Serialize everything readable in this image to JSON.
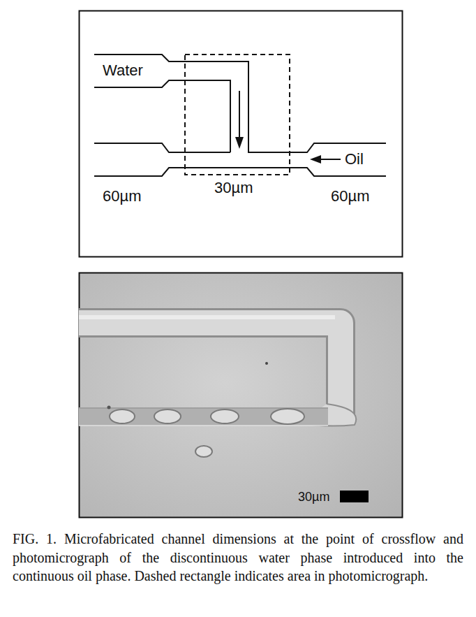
{
  "diagram": {
    "caption": "FIG. 1. Microfabricated channel dimensions at the point of crossflow and photomicrograph of the discontinuous water phase introduced into the continuous oil phase. Dashed rectangle indicates area in photomicrograph.",
    "labels": [
      "Water",
      "Oil",
      "60µm",
      "30µm",
      "60µm",
      "30µm"
    ]
  }
}
